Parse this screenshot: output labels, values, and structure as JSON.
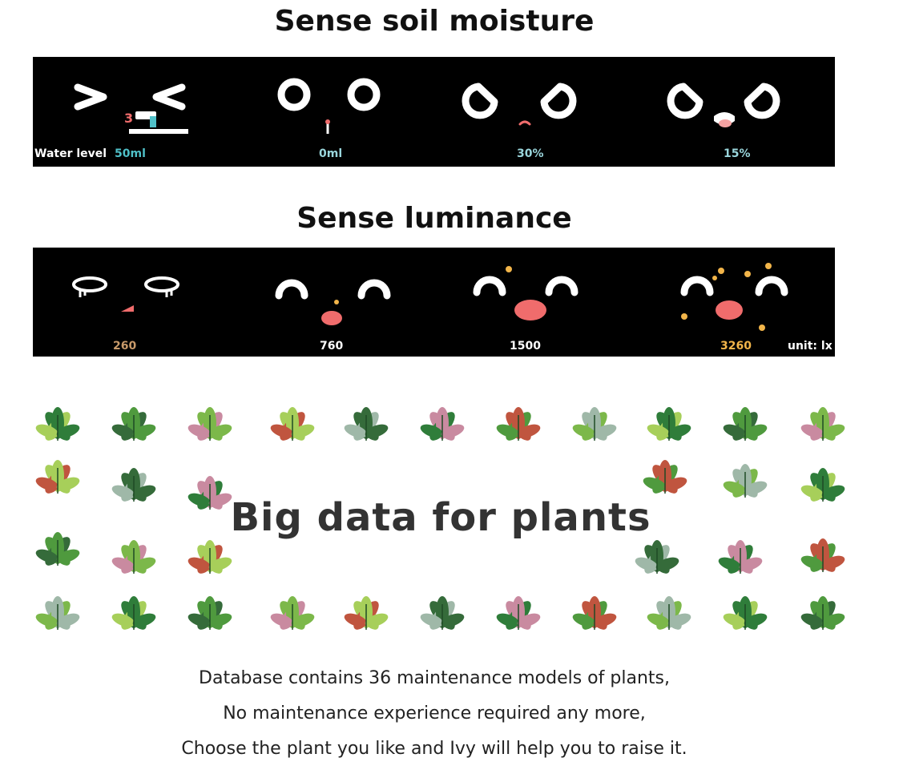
{
  "soil": {
    "title": "Sense soil moisture",
    "water_label": "Water level",
    "states": [
      {
        "value": "50ml",
        "color": "#4fc0c8",
        "face": "excited"
      },
      {
        "value": "0ml",
        "color": "#9ad6dc",
        "face": "neutral"
      },
      {
        "value": "30%",
        "color": "#9ad6dc",
        "face": "sad"
      },
      {
        "value": "15%",
        "color": "#9ad6dc",
        "face": "thirsty"
      }
    ]
  },
  "luminance": {
    "title": "Sense luminance",
    "unit_label": "unit: lx",
    "states": [
      {
        "value": "260",
        "color": "#c89a6a",
        "face": "sleepy"
      },
      {
        "value": "760",
        "color": "#ffffff",
        "face": "content"
      },
      {
        "value": "1500",
        "color": "#ffffff",
        "face": "happy"
      },
      {
        "value": "3260",
        "color": "#f2b54a",
        "face": "dazzled"
      }
    ]
  },
  "plants": {
    "title": "Big data for plants",
    "icon": "plant-icon",
    "leaf_colors": [
      "#2f7d3a",
      "#4f9a3e",
      "#7cb84a",
      "#a7cf5a",
      "#356b3a",
      "#c98aa0",
      "#c0553f",
      "#9fb8a8"
    ]
  },
  "description": [
    "Database contains 36 maintenance models of plants,",
    "No maintenance experience required any more,",
    "Choose the plant you like and Ivy will help you to raise it."
  ],
  "colors": {
    "panel_bg": "#000000",
    "face": "#ffffff",
    "cheek": "#f06c6c",
    "sun": "#f2b54a"
  }
}
